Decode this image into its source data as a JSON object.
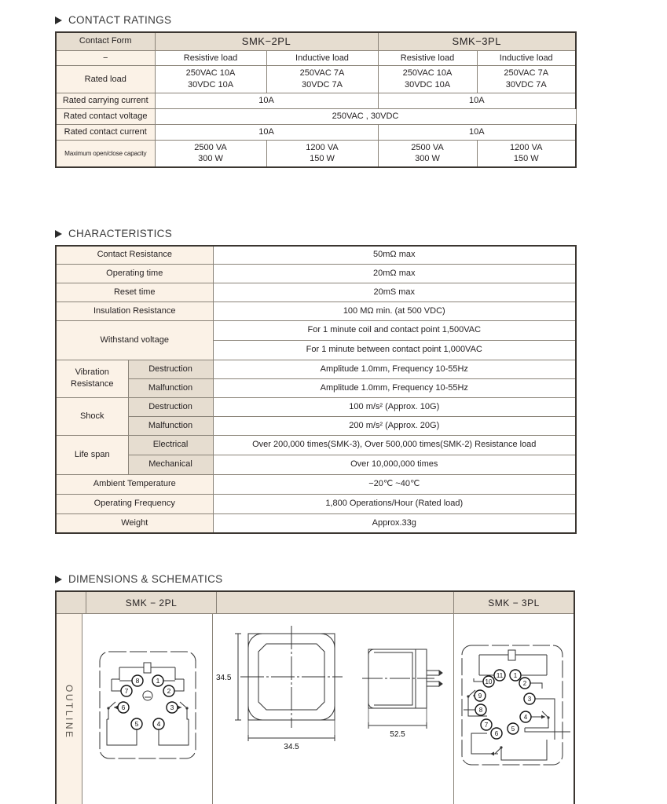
{
  "sections": {
    "contact_ratings": {
      "title": "CONTACT RATINGS",
      "col_header_label": "Contact Form",
      "models": [
        "SMK−2PL",
        "SMK−3PL"
      ],
      "load_types": [
        "Resistive load",
        "Inductive load",
        "Resistive load",
        "Inductive load"
      ],
      "dash": "−",
      "rows": [
        {
          "label": "Rated load",
          "cells": [
            [
              "250VAC  10A",
              "30VDC  10A"
            ],
            [
              "250VAC  7A",
              "30VDC  7A"
            ],
            [
              "250VAC  10A",
              "30VDC  10A"
            ],
            [
              "250VAC  7A",
              "30VDC  7A"
            ]
          ]
        },
        {
          "label": "Rated carrying current",
          "span2": [
            "10A",
            "10A"
          ]
        },
        {
          "label": "Rated contact voltage",
          "span4": "250VAC , 30VDC"
        },
        {
          "label": "Rated contact current",
          "span2": [
            "10A",
            "10A"
          ]
        },
        {
          "label": "Maximum open/close capacity",
          "cells": [
            [
              "2500 VA",
              "300 W"
            ],
            [
              "1200 VA",
              "150 W"
            ],
            [
              "2500 VA",
              "300 W"
            ],
            [
              "1200 VA",
              "150 W"
            ]
          ]
        }
      ]
    },
    "characteristics": {
      "title": "CHARACTERISTICS",
      "rows": [
        {
          "label": "Contact Resistance",
          "value": "50mΩ  max"
        },
        {
          "label": "Operating time",
          "value": "20mΩ  max"
        },
        {
          "label": "Reset time",
          "value": "20mS  max"
        },
        {
          "label": "Insulation Resistance",
          "value": "100 MΩ min. (at 500 VDC)"
        },
        {
          "label": "Withstand voltage",
          "values": [
            "For 1 minute coil and contact point 1,500VAC",
            "For 1 minute between contact point 1,000VAC"
          ]
        },
        {
          "label": "Vibration Resistance",
          "subs": [
            {
              "sub": "Destruction",
              "value": "Amplitude 1.0mm, Frequency 10-55Hz"
            },
            {
              "sub": "Malfunction",
              "value": "Amplitude 1.0mm, Frequency 10-55Hz"
            }
          ]
        },
        {
          "label": "Shock",
          "subs": [
            {
              "sub": "Destruction",
              "value": "100 m/s² (Approx. 10G)"
            },
            {
              "sub": "Malfunction",
              "value": "200 m/s² (Approx. 20G)"
            }
          ]
        },
        {
          "label": "Life span",
          "subs": [
            {
              "sub": "Electrical",
              "value": "Over 200,000 times(SMK-3), Over 500,000 times(SMK-2) Resistance load"
            },
            {
              "sub": "Mechanical",
              "value": "Over 10,000,000 times"
            }
          ]
        },
        {
          "label": "Ambient Temperature",
          "value": "−20℃ ~40℃"
        },
        {
          "label": "Operating Frequency",
          "value": "1,800 Operations/Hour (Rated load)"
        },
        {
          "label": "Weight",
          "value": "Approx.33g"
        }
      ]
    },
    "dimensions": {
      "title": "DIMENSIONS & SCHEMATICS",
      "row_label": "OUTLINE",
      "col_2pl": "SMK − 2PL",
      "col_3pl": "SMK − 3PL",
      "col_mid": "",
      "spacer": "",
      "schematic_2pl": {
        "pins": [
          "1",
          "2",
          "3",
          "4",
          "5",
          "6",
          "7",
          "8"
        ]
      },
      "schematic_3pl": {
        "pins": [
          "1",
          "2",
          "3",
          "4",
          "5",
          "6",
          "7",
          "8",
          "9",
          "10",
          "11"
        ]
      },
      "dim_width": "34.5",
      "dim_height": "34.5",
      "dim_depth": "52.5"
    }
  },
  "colors": {
    "header_beige": "#e6ddd0",
    "label_cream": "#fbf2e7",
    "border": "#8a8378",
    "outer_border": "#3b3631",
    "text": "#231f20"
  }
}
